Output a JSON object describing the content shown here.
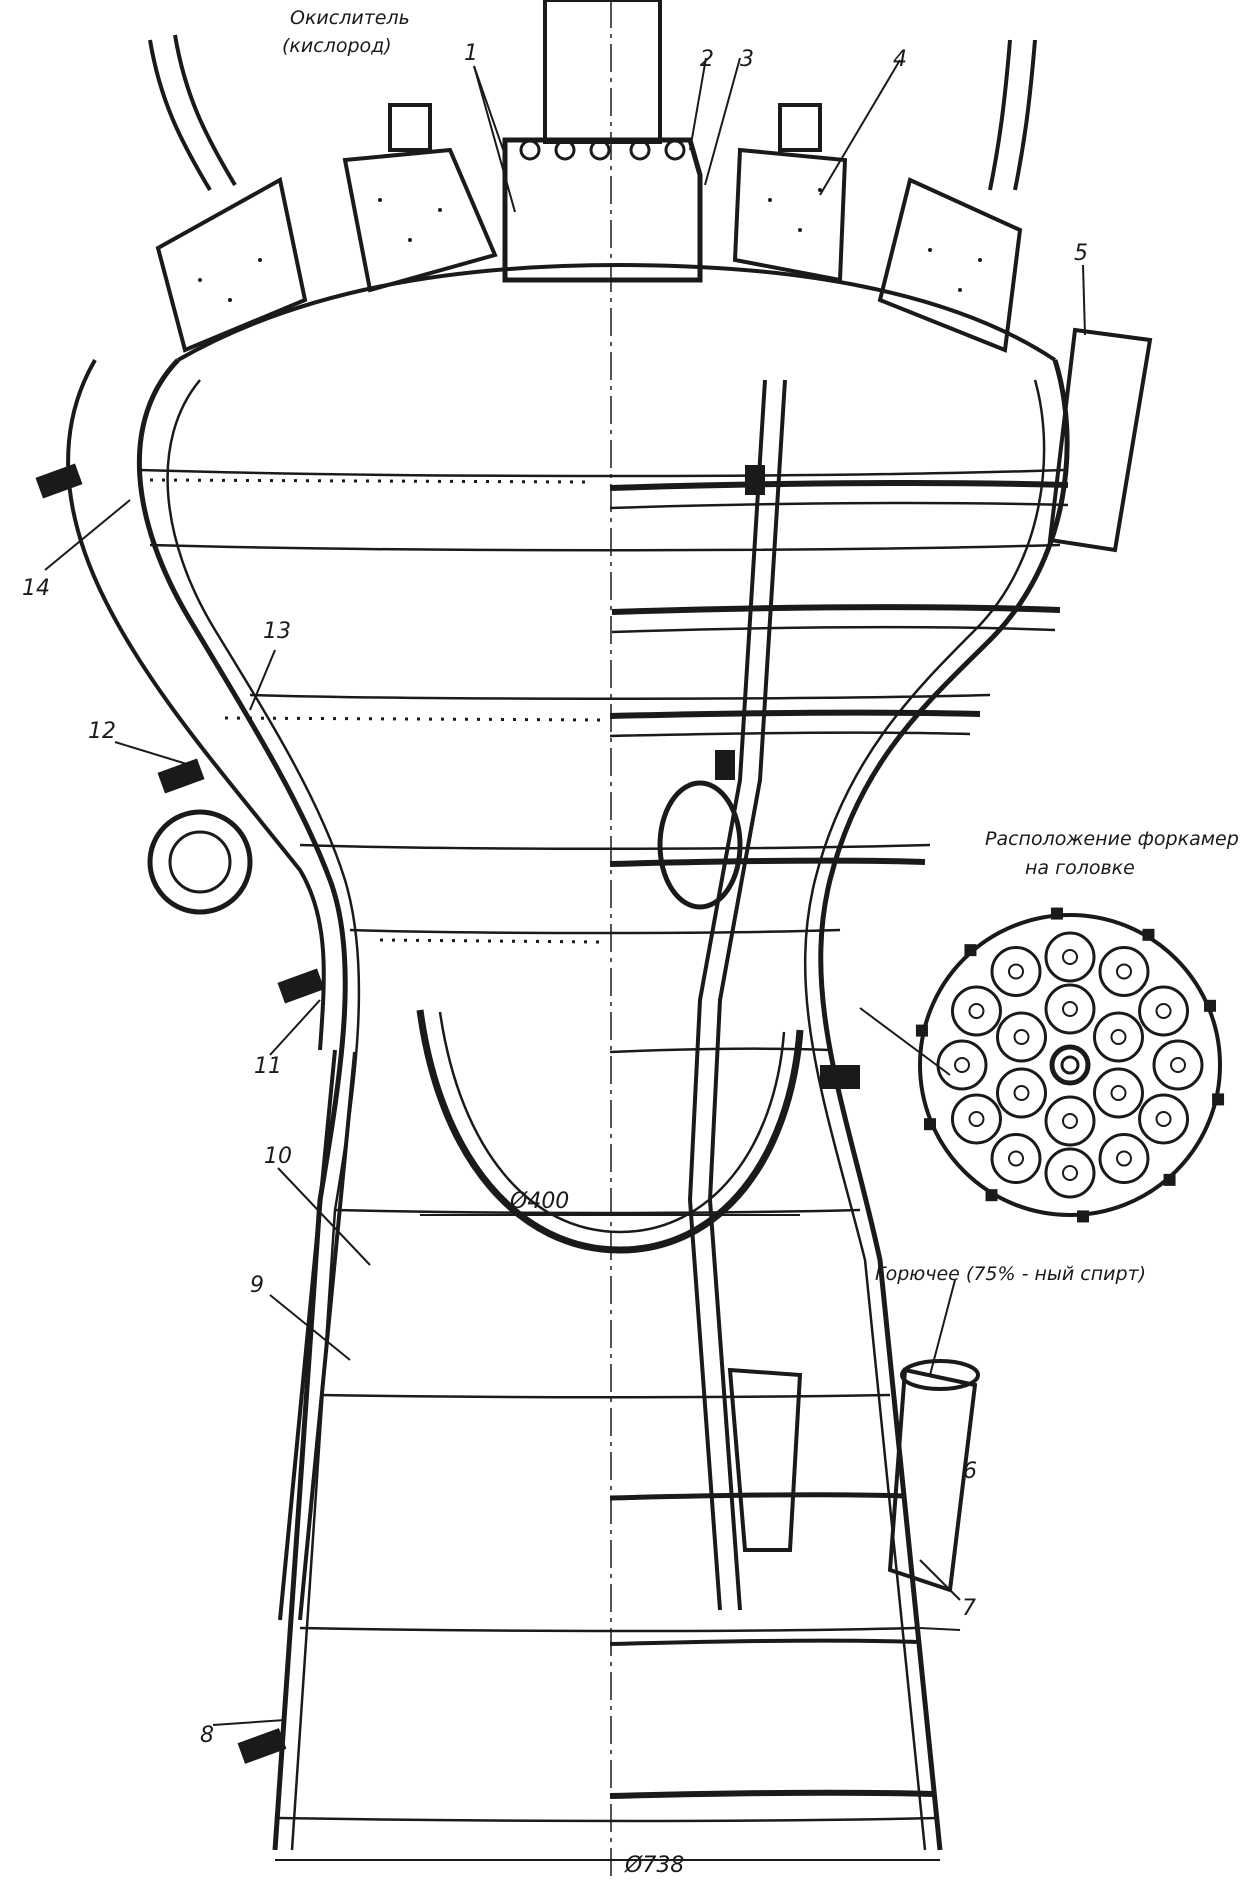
{
  "diagram": {
    "top_label_line1": "Окислитель",
    "top_label_line2": "(кислород)",
    "fuel_label": "Горючее (75% - ный спирт)",
    "inset_caption_line1": "Расположение форкамер",
    "inset_caption_line2": "на головке",
    "dim_throat": "Ø400",
    "dim_exit": "Ø738",
    "part_numbers": [
      "1",
      "2",
      "3",
      "4",
      "5",
      "6",
      "7",
      "8",
      "9",
      "10",
      "11",
      "12",
      "13",
      "14"
    ]
  },
  "colors": {
    "ink": "#1a1a1a",
    "paper": "#ffffff",
    "shade": "#e4e4e4"
  }
}
